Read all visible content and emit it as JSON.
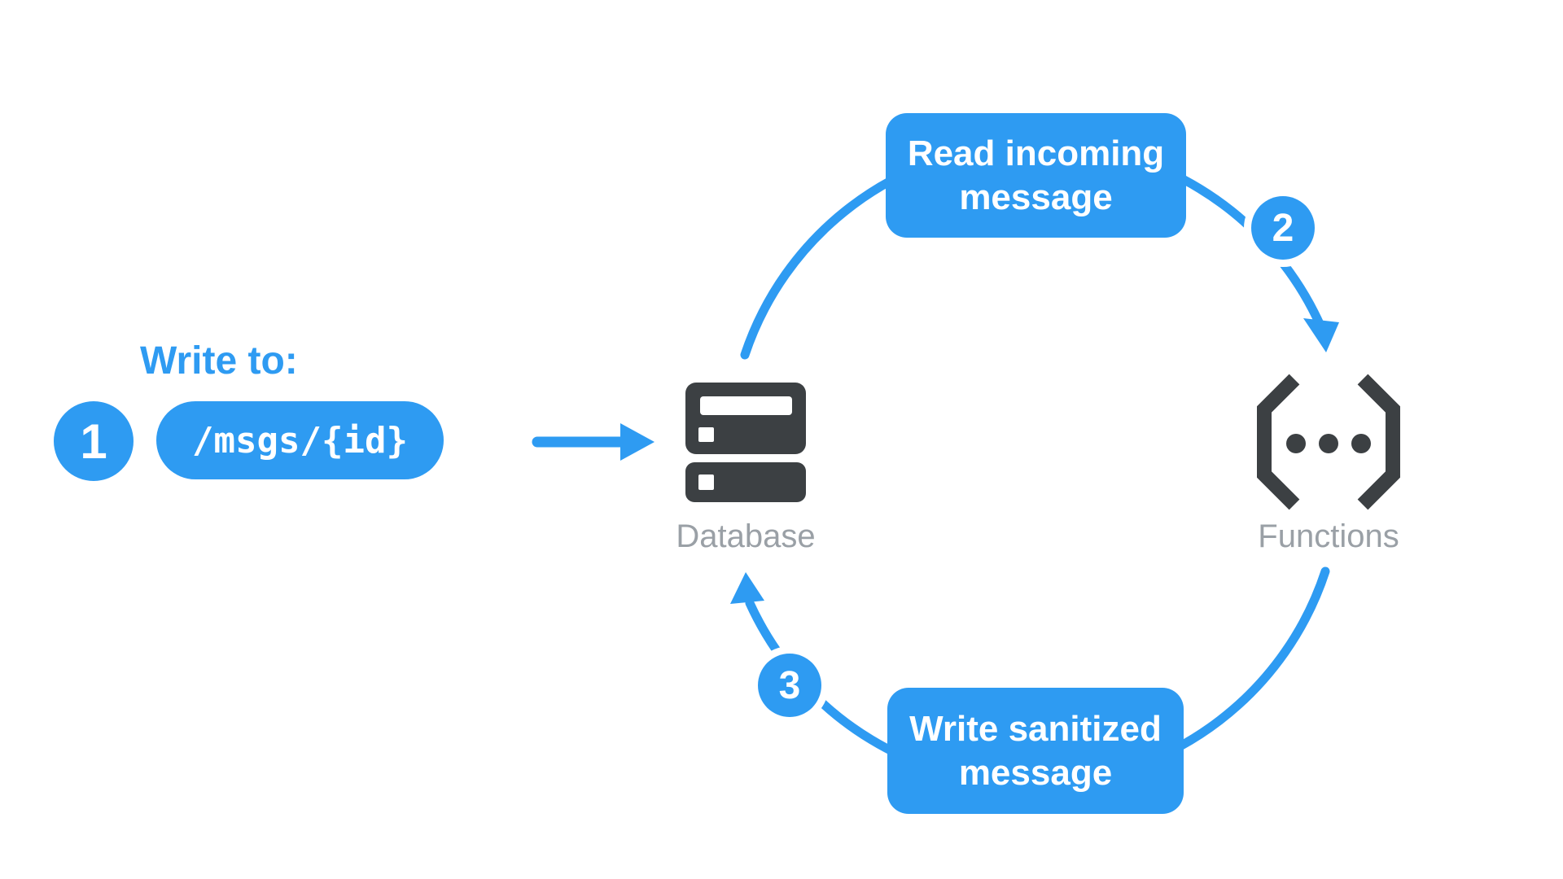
{
  "title": "Write sanitization flow diagram",
  "colors": {
    "accent": "#2E9BF2",
    "icon": "#3C4043",
    "label": "#9AA0A6",
    "background": "#FFFFFF",
    "text_on_accent": "#FFFFFF"
  },
  "write_to": {
    "label": "Write to:",
    "step": "1",
    "path": "/msgs/{id}"
  },
  "nodes": {
    "database": {
      "label": "Database"
    },
    "functions": {
      "label": "Functions"
    }
  },
  "steps": {
    "read": {
      "step": "2",
      "line1": "Read incoming",
      "line2": "message"
    },
    "write": {
      "step": "3",
      "line1": "Write sanitized",
      "line2": "message"
    }
  },
  "icons": {
    "database": "database-server-stack-icon",
    "functions": "functions-brackets-dots-icon",
    "arrow_right": "arrow-right-icon",
    "arc_top": "cycle-arc-top",
    "arc_bottom": "cycle-arc-bottom",
    "arrowhead_down": "arrowhead-down-icon",
    "arrowhead_up": "arrowhead-up-icon"
  }
}
